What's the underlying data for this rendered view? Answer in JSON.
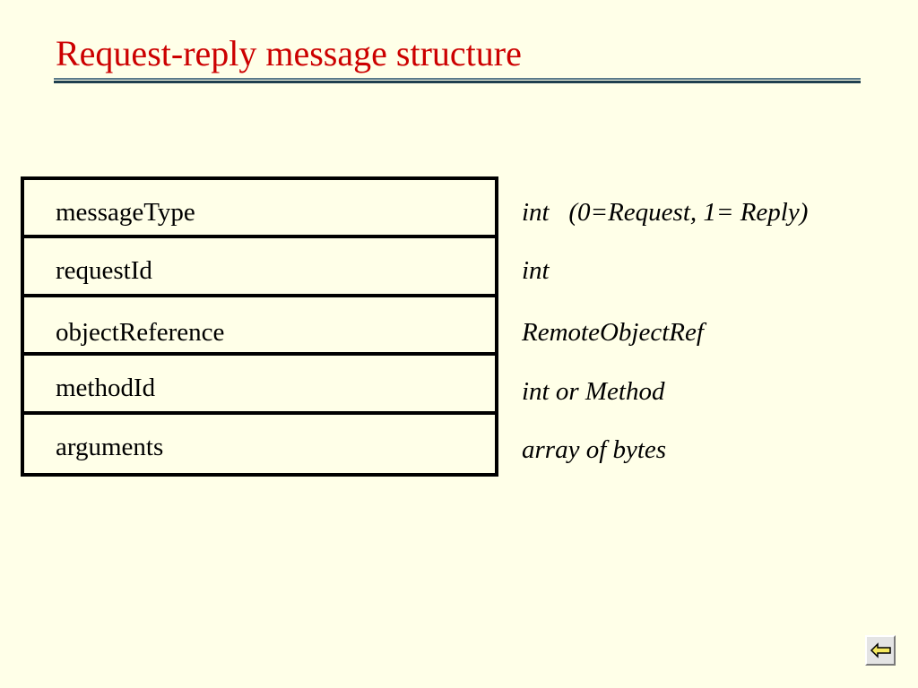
{
  "slide": {
    "title": "Request-reply message structure"
  },
  "fields": [
    {
      "name": "messageType",
      "type": "int   (0=Request, 1= Reply)"
    },
    {
      "name": "requestId",
      "type": "int"
    },
    {
      "name": "objectReference",
      "type": "RemoteObjectRef"
    },
    {
      "name": "methodId",
      "type": "int or Method"
    },
    {
      "name": "arguments",
      "type": "array of bytes"
    }
  ],
  "colors": {
    "background": "#FFFFE8",
    "title": "#CC0000",
    "rule": "#1F3F4F",
    "text": "#000000"
  },
  "icons": {
    "nav_button": "back-arrow-icon"
  }
}
